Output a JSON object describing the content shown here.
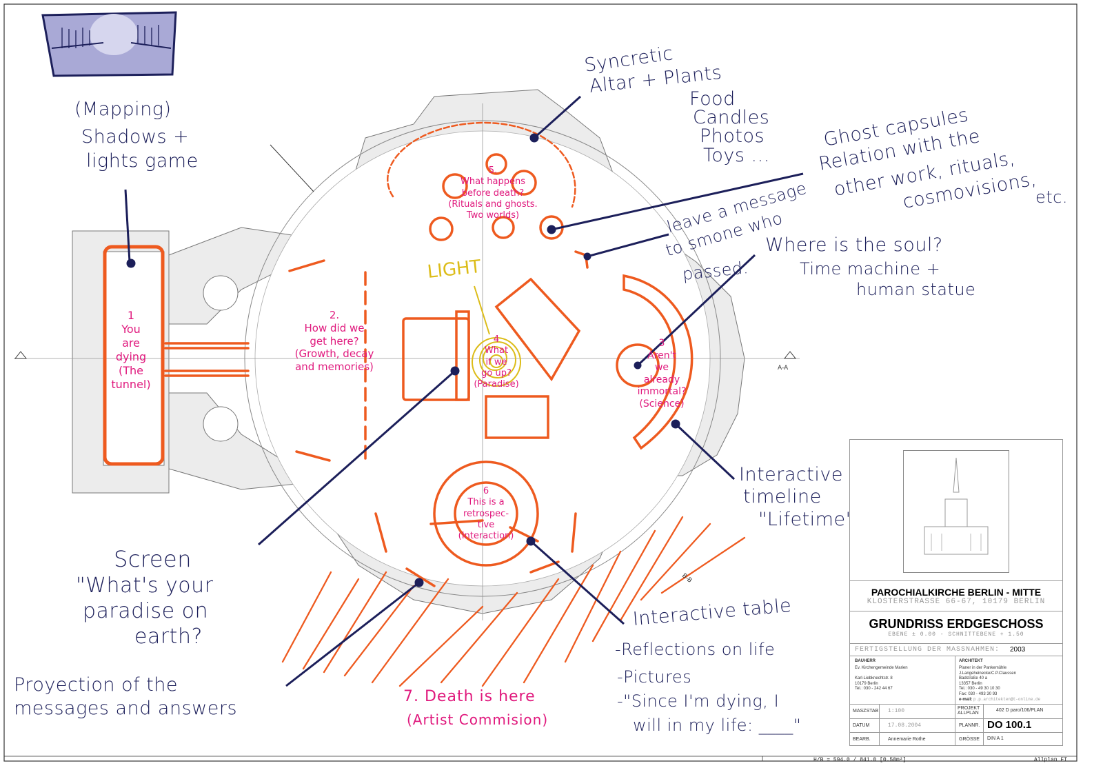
{
  "colors": {
    "navy": "#1c1f5a",
    "pink": "#e0197d",
    "orange": "#ee5a1f",
    "yellow": "#dcbc18",
    "wall": "#ececec"
  },
  "notes": {
    "mapping": [
      "(Mapping)",
      "Shadows +",
      "lights game"
    ],
    "altar": [
      "Syncretic",
      "Altar + Plants",
      "Food",
      "Candles",
      "Photos",
      "Toys ..."
    ],
    "ghost": [
      "Ghost capsules",
      "Relation with the",
      "other work, rituals,",
      "cosmovisions,",
      "etc."
    ],
    "message": [
      "leave a message",
      "to smone who",
      "passed."
    ],
    "soul": [
      "Where is the soul?",
      "Time machine +",
      "human statue"
    ],
    "timeline": [
      "Interactive",
      "timeline",
      "\"Lifetime\""
    ],
    "table": [
      "Interactive table",
      "-Reflections on life",
      "-Pictures",
      "-\"Since I'm dying, I",
      "will in my life: ____\""
    ],
    "screen": [
      "Screen",
      "\"What's your",
      "paradise on",
      "earth?"
    ],
    "projection": [
      "Proyection of the",
      "messages and answers"
    ]
  },
  "zones": {
    "z1": [
      "1",
      "You",
      "are",
      "dying",
      "(The",
      "tunnel)"
    ],
    "z2": [
      "2.",
      "How did we",
      "get here?",
      "(Growth, decay",
      "and memories)"
    ],
    "z3": [
      "3",
      "Aren't",
      "we",
      "already",
      "immortal?",
      "(Science)"
    ],
    "z4": [
      "4",
      "What",
      "if we",
      "go up?",
      "(Paradise)"
    ],
    "z5": [
      "5.",
      "What happens",
      "before death?",
      "(Rituals and ghosts.",
      "Two worlds)"
    ],
    "z6": [
      "6",
      "This is a",
      "retrospec-",
      "tive",
      "(Interaction)"
    ],
    "z7": [
      "7. Death is here",
      "(Artist Commision)"
    ],
    "light": "LIGHT"
  },
  "plan_labels": {
    "section_a": "A-A",
    "section_b": "B-B"
  },
  "title_block": {
    "project": "PAROCHIALKIRCHE BERLIN - MITTE",
    "address": "KLOSTERSTRASSE 66-67, 10179 BERLIN",
    "drawing": "GRUNDRISS ERDGESCHOSS",
    "level": "EBENE ± 0.00 - SCHNITTEBENE + 1.50",
    "completion_label": "FERTIGSTELLUNG DER MASSNAHMEN:",
    "completion_year": "2003",
    "client_label": "BAUHERR",
    "client": [
      "Ev. Kirchengemeinde Marien",
      "",
      "Karl-Liebknechtstr. 8",
      "10179 Berlin",
      "Tel.: 030 - 242 44 67"
    ],
    "architect_label": "ARCHITEKT",
    "architect": [
      "Planer in der Pankemühle",
      "J.Langeheinecke/C.P.Claussen",
      "Badstraße 40 a",
      "13357 Berlin",
      "Tel.: 030 - 49 30 10 30",
      "Fax: 030 - 493 30 93"
    ],
    "email_label": "e-mail:",
    "email": "p.p.architekten@t-online.de",
    "scale_label": "MASZSTAB",
    "scale": "1:100",
    "project_no_label": "PROJEKT ALLPLAN",
    "project_no": "402 D paro/106/PLAN",
    "date_label": "DATUM",
    "date": "17.08.2004",
    "plan_no_label": "PLANNR.",
    "plan_no": "DO 100.1",
    "editor_label": "BEARB.",
    "editor": "Annemarie Rothe",
    "size_label": "GRÖSSE",
    "size": "DIN A 1"
  },
  "footer": {
    "format": "H/B = 594.0 / 841.0 [0.50m²]",
    "software": "Allplan FT"
  }
}
